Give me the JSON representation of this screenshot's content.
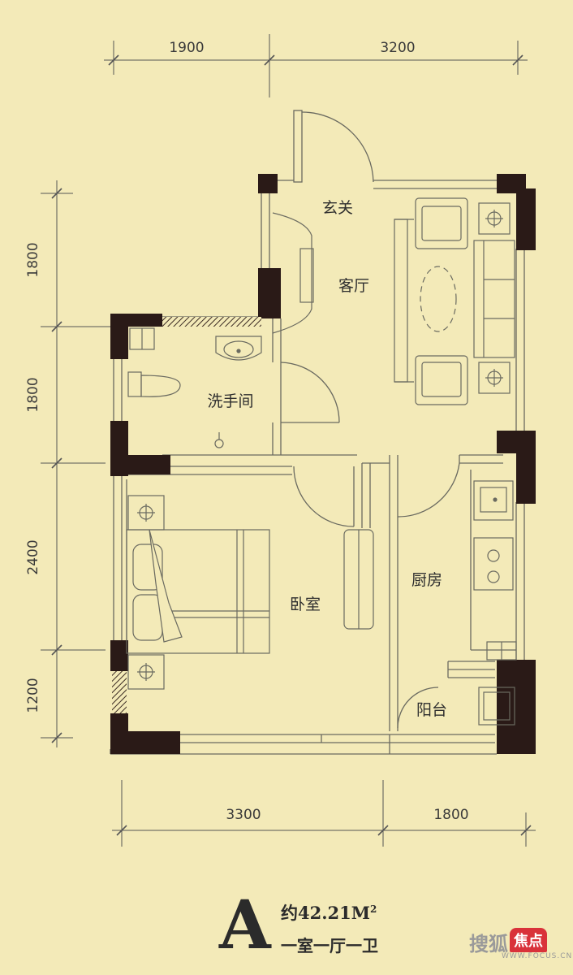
{
  "dimensions": {
    "top": [
      "1900",
      "3200"
    ],
    "left": [
      "1800",
      "1800",
      "2400",
      "1200"
    ],
    "bottom": [
      "3300",
      "1800"
    ]
  },
  "rooms": {
    "entrance": "玄关",
    "living_room": "客厅",
    "bathroom": "洗手间",
    "bedroom": "卧室",
    "kitchen": "厨房",
    "balcony": "阳台"
  },
  "footer": {
    "type_letter": "A",
    "area_prefix": "约",
    "area_value": "42.21M",
    "area_sup": "2",
    "layout": "一室一厅一卫"
  },
  "watermark": {
    "name": "搜狐",
    "badge": "焦点",
    "url": "WWW.FOCUS.CN"
  },
  "colors": {
    "background": "#f3eab8",
    "wall": "#2a1a17",
    "line": "#6a6a60"
  }
}
